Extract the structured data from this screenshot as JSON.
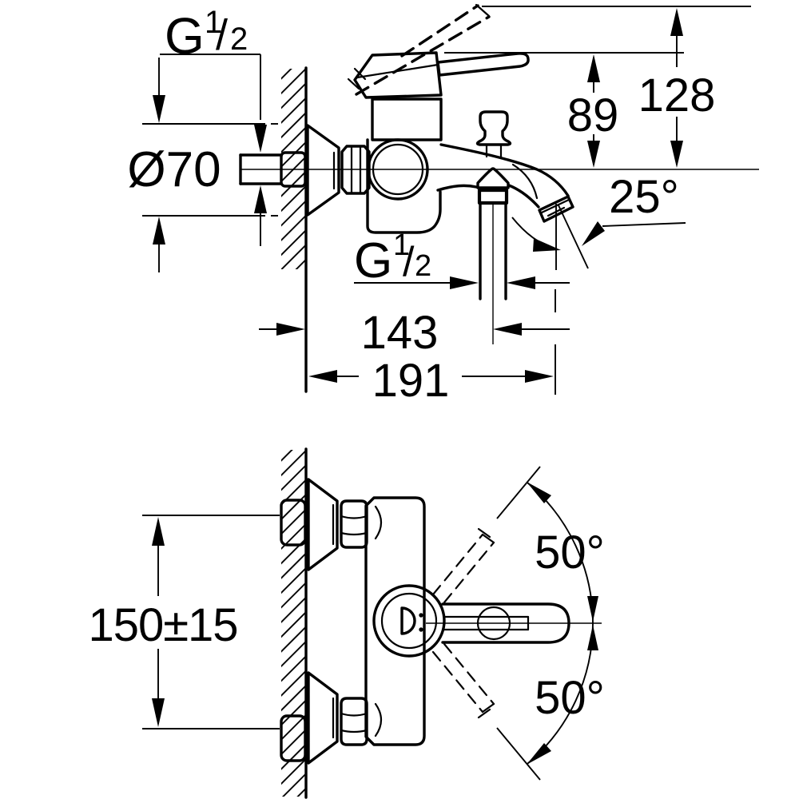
{
  "colors": {
    "line": "#000000",
    "background": "#ffffff"
  },
  "side_view": {
    "inlet_thread": {
      "letter": "G",
      "numerator": "1",
      "slash": "/",
      "denominator": "2"
    },
    "escutcheon_diameter": "Ø70",
    "height_to_lever": "89",
    "height_to_raised_lever": "128",
    "spout_angle": "25°",
    "shower_outlet_thread": {
      "letter": "G",
      "numerator": "1",
      "slash": "/",
      "denominator": "2"
    },
    "wall_to_shower_outlet": "143",
    "wall_to_spout_outlet": "191"
  },
  "front_view": {
    "inlet_center_distance": "150±15",
    "lever_swing_upper": "50°",
    "lever_swing_lower": "50°"
  }
}
